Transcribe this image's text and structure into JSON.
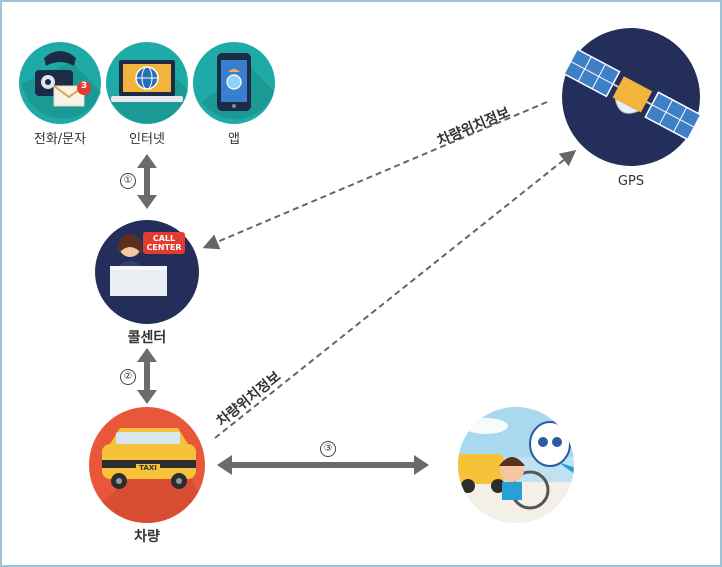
{
  "nodes": {
    "phone": {
      "label": "전화/문자",
      "badge": "3"
    },
    "internet": {
      "label": "인터넷"
    },
    "app": {
      "label": "앱"
    },
    "callcenter": {
      "label": "콜센터",
      "sign_line1": "CALL",
      "sign_line2": "CENTER"
    },
    "gps": {
      "label": "GPS"
    },
    "vehicle": {
      "label": "차량",
      "taxi_sign": "TAXI"
    }
  },
  "steps": {
    "one": "①",
    "two": "②",
    "three": "③"
  },
  "flows": {
    "gps_to_callcenter": "차량위치정보",
    "vehicle_to_gps": "차량위치정보"
  },
  "colors": {
    "teal": "#1eaaa6",
    "navy": "#232e5a",
    "orange": "#e8573a",
    "arrow": "#6b6b6b",
    "dashed": "#666666"
  }
}
